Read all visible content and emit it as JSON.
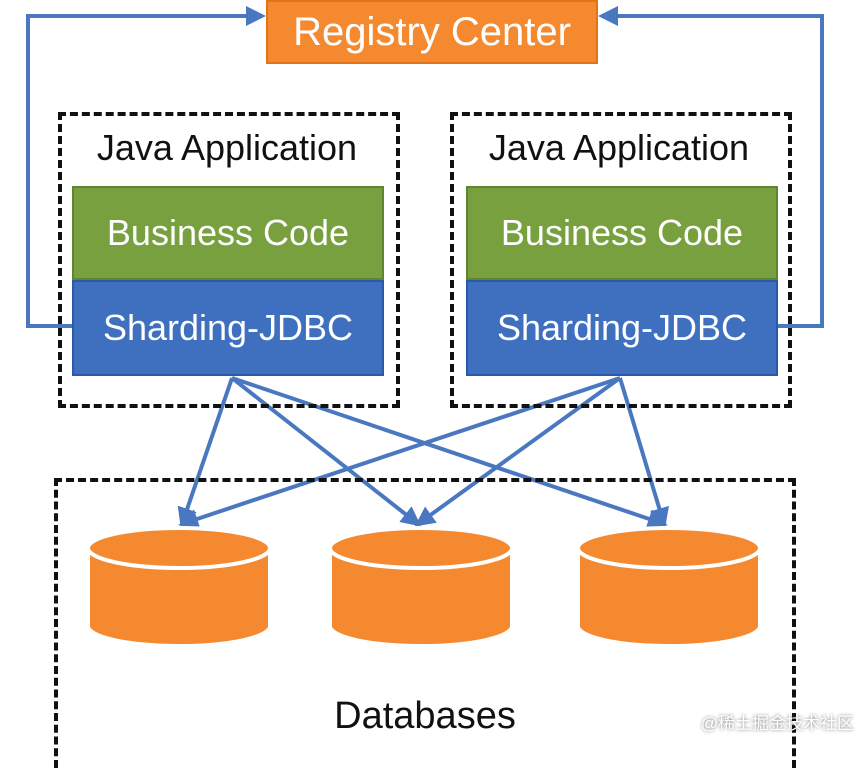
{
  "registry": {
    "label": "Registry Center"
  },
  "apps": [
    {
      "title": "Java Application",
      "business_label": "Business Code",
      "sharding_label": "Sharding-JDBC"
    },
    {
      "title": "Java Application",
      "business_label": "Business Code",
      "sharding_label": "Sharding-JDBC"
    }
  ],
  "databases": {
    "label": "Databases",
    "count": 3
  },
  "watermark": "@稀土掘金技术社区",
  "colors": {
    "registry": "#f5892f",
    "business": "#78a03f",
    "sharding": "#3f70bf",
    "arrows": "#4a78c0",
    "database": "#f5892f"
  }
}
